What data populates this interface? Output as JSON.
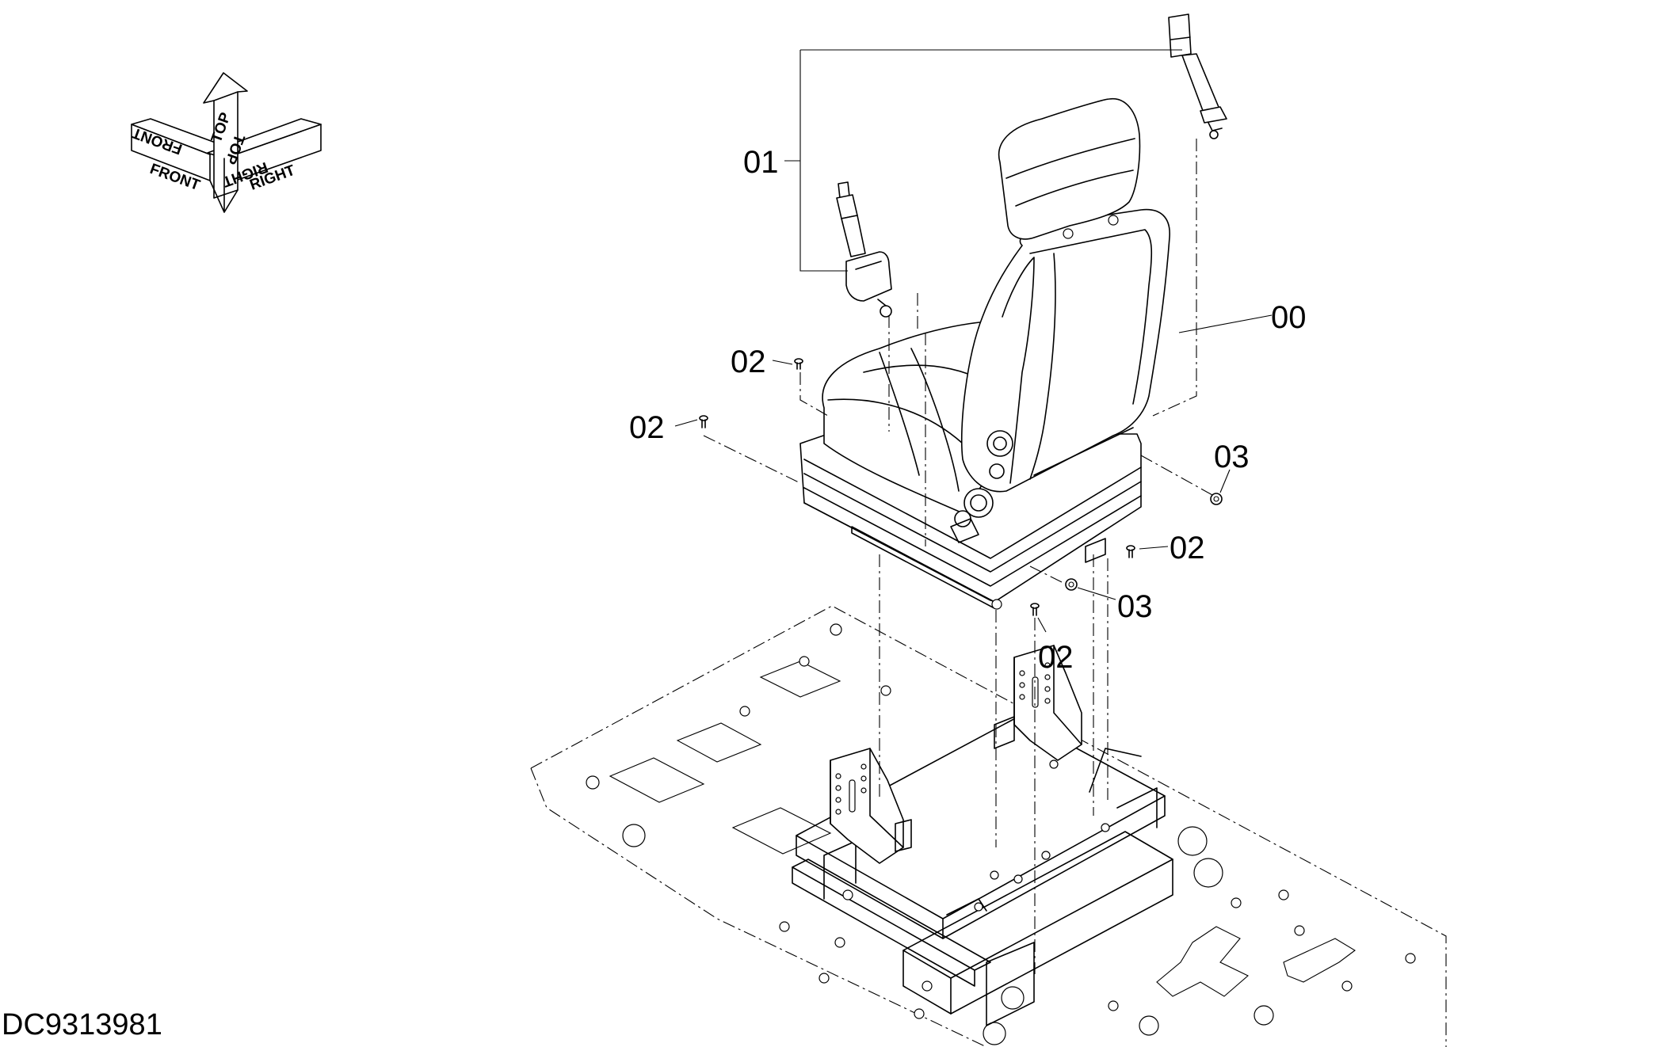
{
  "orientation": {
    "front": "FRONT",
    "top": "TOP",
    "right": "RIGHT"
  },
  "callouts": {
    "c00": "00",
    "c01": "01",
    "c02": "02",
    "c03": "03"
  },
  "drawing_id": "DC9313981"
}
